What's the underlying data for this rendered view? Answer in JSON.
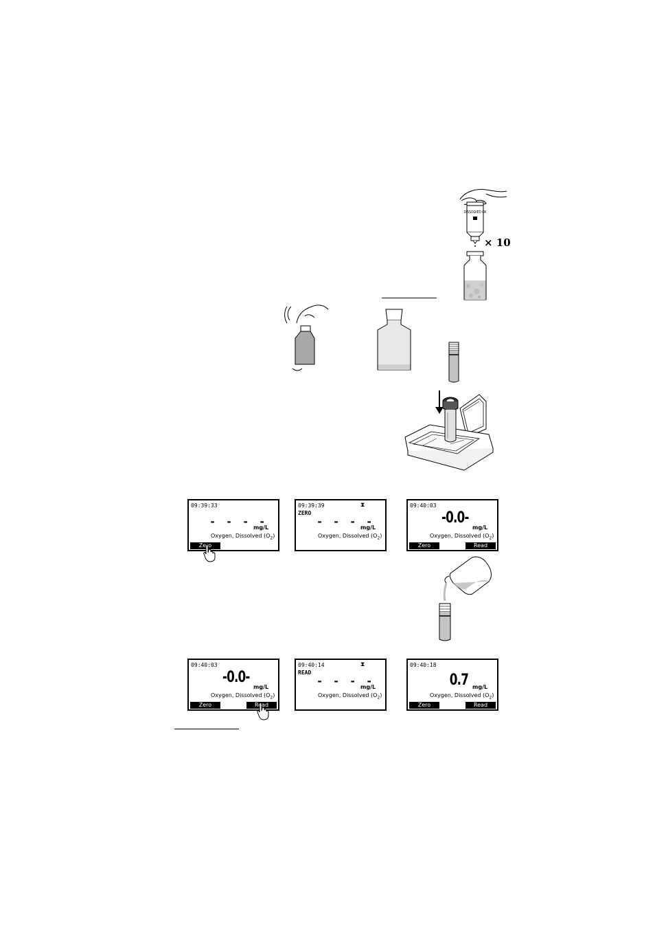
{
  "bottle_label": "DISSOLVED OX",
  "multiplier": "× 10",
  "screens": [
    {
      "time": "09:39:33",
      "mode": "",
      "reading": "- - - -",
      "unit": "mg/L",
      "parameter": "Oxygen, Dissolved (O",
      "parameter_sub": "2",
      "parameter_end": ")",
      "left_key": "Zero",
      "right_key": ""
    },
    {
      "time": "09:39:39",
      "mode": "ZERO",
      "reading": "- - - -",
      "unit": "mg/L",
      "parameter": "Oxygen, Dissolved (O",
      "parameter_sub": "2",
      "parameter_end": ")",
      "left_key": "",
      "right_key": ""
    },
    {
      "time": "09:40:03",
      "mode": "",
      "reading": "-0.0-",
      "unit": "mg/L",
      "parameter": "Oxygen, Dissolved (O",
      "parameter_sub": "2",
      "parameter_end": ")",
      "left_key": "Zero",
      "right_key": "Read"
    },
    {
      "time": "09:40:03",
      "mode": "",
      "reading": "-0.0-",
      "unit": "mg/L",
      "parameter": "Oxygen, Dissolved (O",
      "parameter_sub": "2",
      "parameter_end": ")",
      "left_key": "Zero",
      "right_key": "Read"
    },
    {
      "time": "09:40:14",
      "mode": "READ",
      "reading": "- - - -",
      "unit": "mg/L",
      "parameter": "Oxygen, Dissolved (O",
      "parameter_sub": "2",
      "parameter_end": ")",
      "left_key": "",
      "right_key": ""
    },
    {
      "time": "09:40:18",
      "mode": "",
      "reading": "0.7",
      "unit": "mg/L",
      "parameter": "Oxygen, Dissolved (O",
      "parameter_sub": "2",
      "parameter_end": ")",
      "left_key": "Zero",
      "right_key": "Read"
    }
  ]
}
